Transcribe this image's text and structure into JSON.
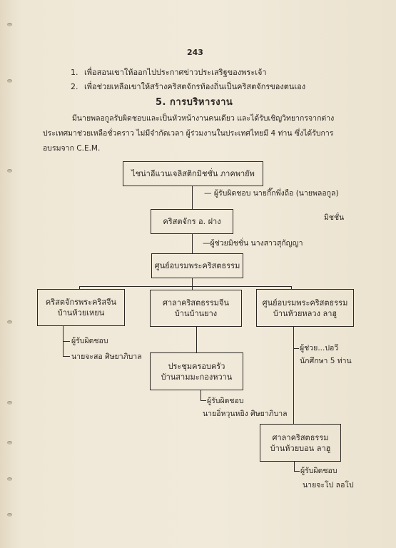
{
  "page_number": "243",
  "purposes": [
    {
      "num": "1.",
      "text": "เพื่อสอนเขาให้ออกไปประกาศข่าวประเสริฐของพระเจ้า"
    },
    {
      "num": "2.",
      "text": "เพื่อช่วยเหลือเขาให้สร้างคริสตจักรท้องถิ่นเป็นคริสตจักรของตนเอง"
    }
  ],
  "section_heading": "5.  การบริหารงาน",
  "paragraph": [
    "มีนายพลอกูลรับผิดชอบและเป็นหัวหน้างานคนเดียว     และได้รับเชิญวิทยากรจากต่าง",
    "ประเทศมาช่วยเหลือชั่วคราว   ไม่มีจำกัดเวลา   ผู้ร่วมงานในประเทศไทยมี 4 ท่าน   ซึ่งได้รับการ",
    "อบรมจาก C.E.M."
  ],
  "org_chart": {
    "root": "ไชน่าอีแวนเจลิสติกมิชชั่น  ภาคพายัพ",
    "root_note_line1": "—  ผู้รับผิดชอบ  นายกึ๊กพึ่งถือ (นายพลอกูล)",
    "root_note_line2": "มิชชั่น",
    "church": "คริสตจักร  อ. ฝาง",
    "church_note": "—ผู้ช่วยมิชชั่น   นางสาวสุกัญญา",
    "training_center": "ศูนย์อบรมพระคริสตธรรม",
    "branch_left": [
      "คริสตจักรพระคริสจีน",
      "บ้านห้วยเหยน"
    ],
    "branch_left_notes": [
      "ผู้รับผิดชอบ",
      "นายจะสอ  ศิษยาภิบาล"
    ],
    "branch_mid": [
      "ศาลาคริสตธรรมจีน",
      "บ้านบ้านยาง"
    ],
    "branch_right": [
      "ศูนย์อบรมพระคริสตธรรม",
      "บ้านห้วยหลวง   ลาฮู"
    ],
    "branch_right_notes": [
      "ผู้ช่วย...ปอวี",
      "นักศึกษา 5 ท่าน"
    ],
    "family_meeting": [
      "ประชุมครอบครัว",
      "บ้านสามมะกองหวาน"
    ],
    "family_notes": [
      "ผู้รับผิดชอบ",
      "นายอิ่หวุนหยิง ศิษยาภิบาล"
    ],
    "lahu_hall": [
      "ศาลาคริสตธรรม",
      "บ้านห้วยบอน   ลาฮู"
    ],
    "lahu_notes": [
      "ผู้รับผิดชอบ",
      "นายจะโป  ลอโป"
    ]
  }
}
